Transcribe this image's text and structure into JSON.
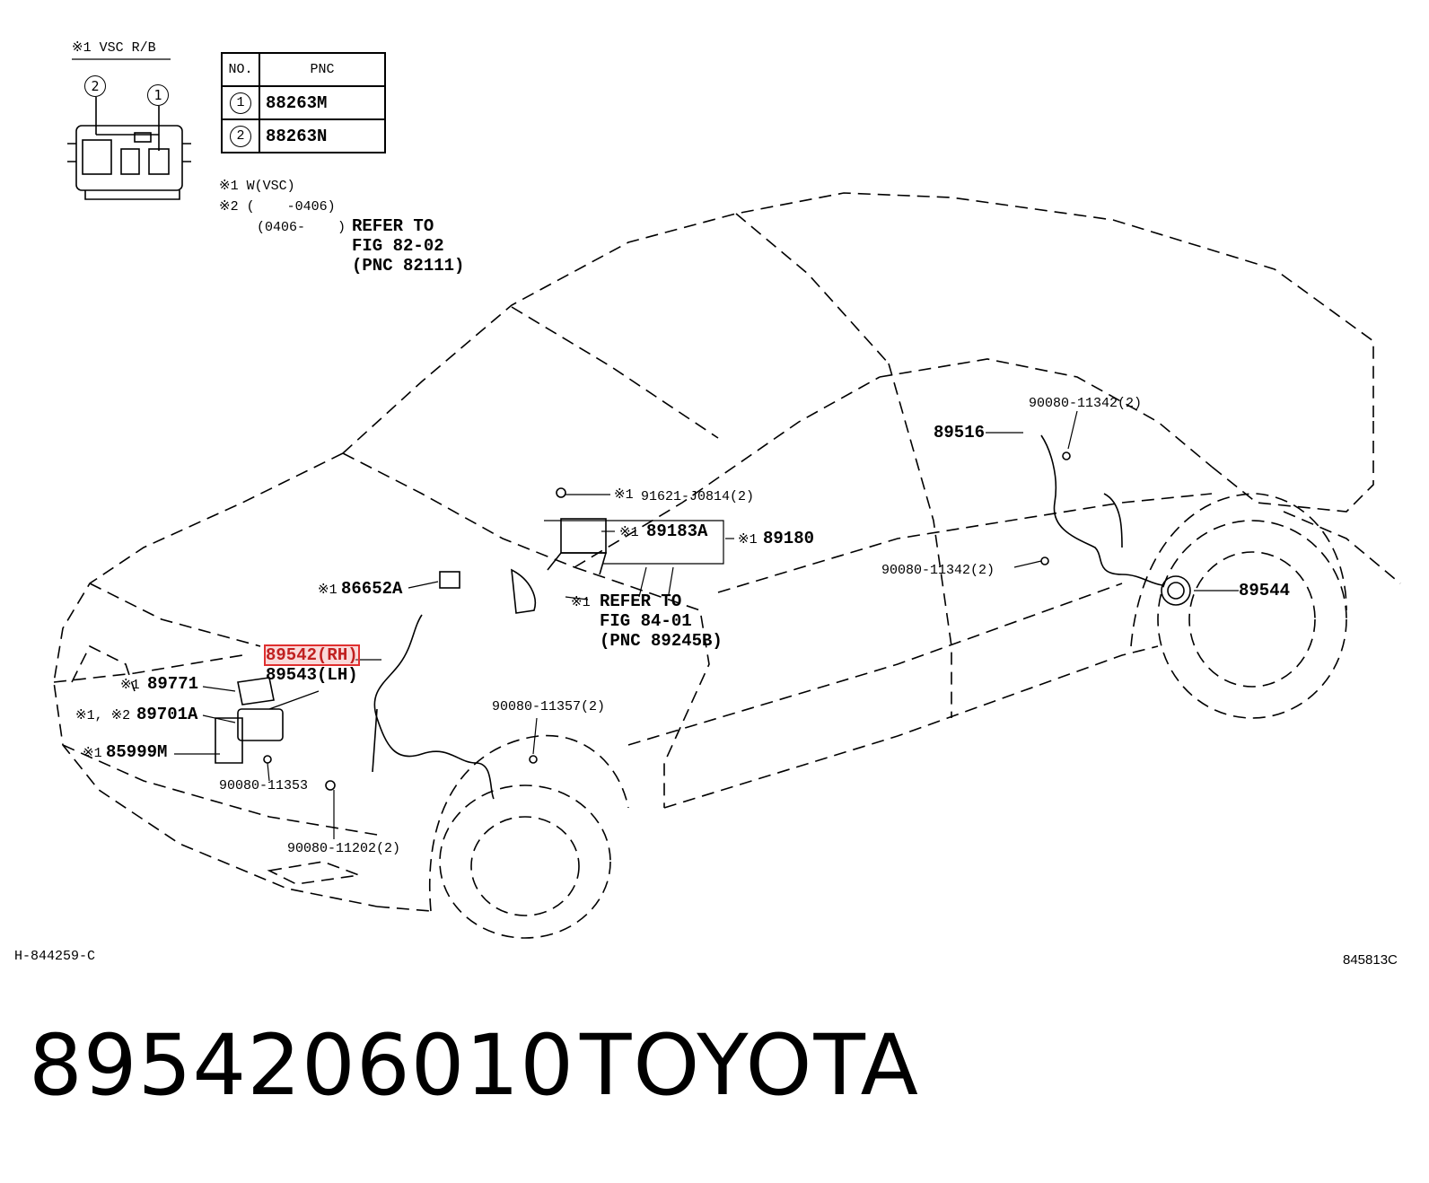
{
  "vsc_box": {
    "title": "※1 VSC R/B",
    "marks": [
      "2",
      "1"
    ]
  },
  "pnc_table": {
    "headers": [
      "NO.",
      "PNC"
    ],
    "rows": [
      {
        "no": "1",
        "pnc": "88263M"
      },
      {
        "no": "2",
        "pnc": "88263N"
      }
    ]
  },
  "notes": {
    "line1": "※1 W(VSC)",
    "line2": "※2 (    -0406)",
    "line3": "(0406-    )",
    "refer1": "REFER TO",
    "refer2": "FIG 82-02",
    "refer3": "(PNC 82111)"
  },
  "labels": {
    "p89516": "89516",
    "p90080_11342_top": "90080-11342(2)",
    "p90080_11342_mid": "90080-11342(2)",
    "p89544": "89544",
    "p91621": "91621-J0814(2)",
    "mark91621": "※1",
    "p89183A": "89183A",
    "mark89183A": "※1",
    "p89180": "89180",
    "mark89180": "※1",
    "p86652A": "86652A",
    "mark86652A": "※1",
    "mark_refer": "※1",
    "refer84_1": "REFER TO",
    "refer84_2": "FIG 84-01",
    "refer84_3": "(PNC 89245B)",
    "p89542": "89542(RH)",
    "p89543": "89543(LH)",
    "p89771": "89771",
    "mark89771": "※1",
    "p89701A": "89701A",
    "mark89701A": "※1, ※2",
    "p85999M": "85999M",
    "mark85999M": "※1",
    "p90080_11357": "90080-11357(2)",
    "p90080_11353": "90080-11353",
    "p90080_11202": "90080-11202(2)"
  },
  "codes": {
    "left": "H-844259-C",
    "right": "845813C"
  },
  "footer": {
    "part_number": "8954206010",
    "brand": "TOYOTA"
  }
}
